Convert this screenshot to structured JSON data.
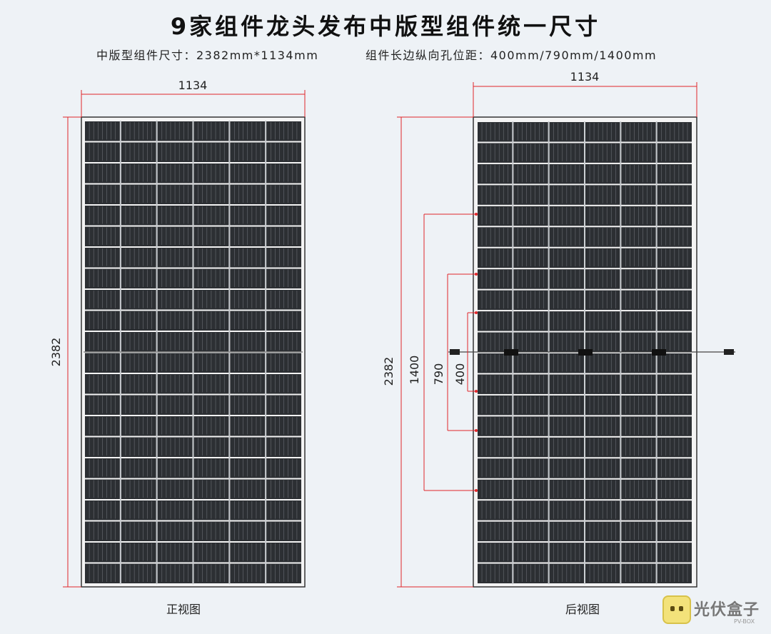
{
  "title": "9家组件龙头发布中版型组件统一尺寸",
  "subtitle_left": "中版型组件尺寸：2382mm*1134mm",
  "subtitle_right": "组件长边纵向孔位距：400mm/790mm/1400mm",
  "front_view": {
    "caption": "正视图",
    "width_label": "1134",
    "height_label": "2382"
  },
  "back_view": {
    "caption": "后视图",
    "width_label": "1134",
    "height_label": "2382",
    "hole_labels": [
      "1400",
      "790",
      "400"
    ]
  },
  "logo": {
    "text": "光伏盒子",
    "small": "PV-BOX",
    "icon": "box-face-icon"
  },
  "colors": {
    "dimension_line": "#e0262a",
    "panel_cell": "#2c2f33",
    "background": "#eef2f6"
  }
}
